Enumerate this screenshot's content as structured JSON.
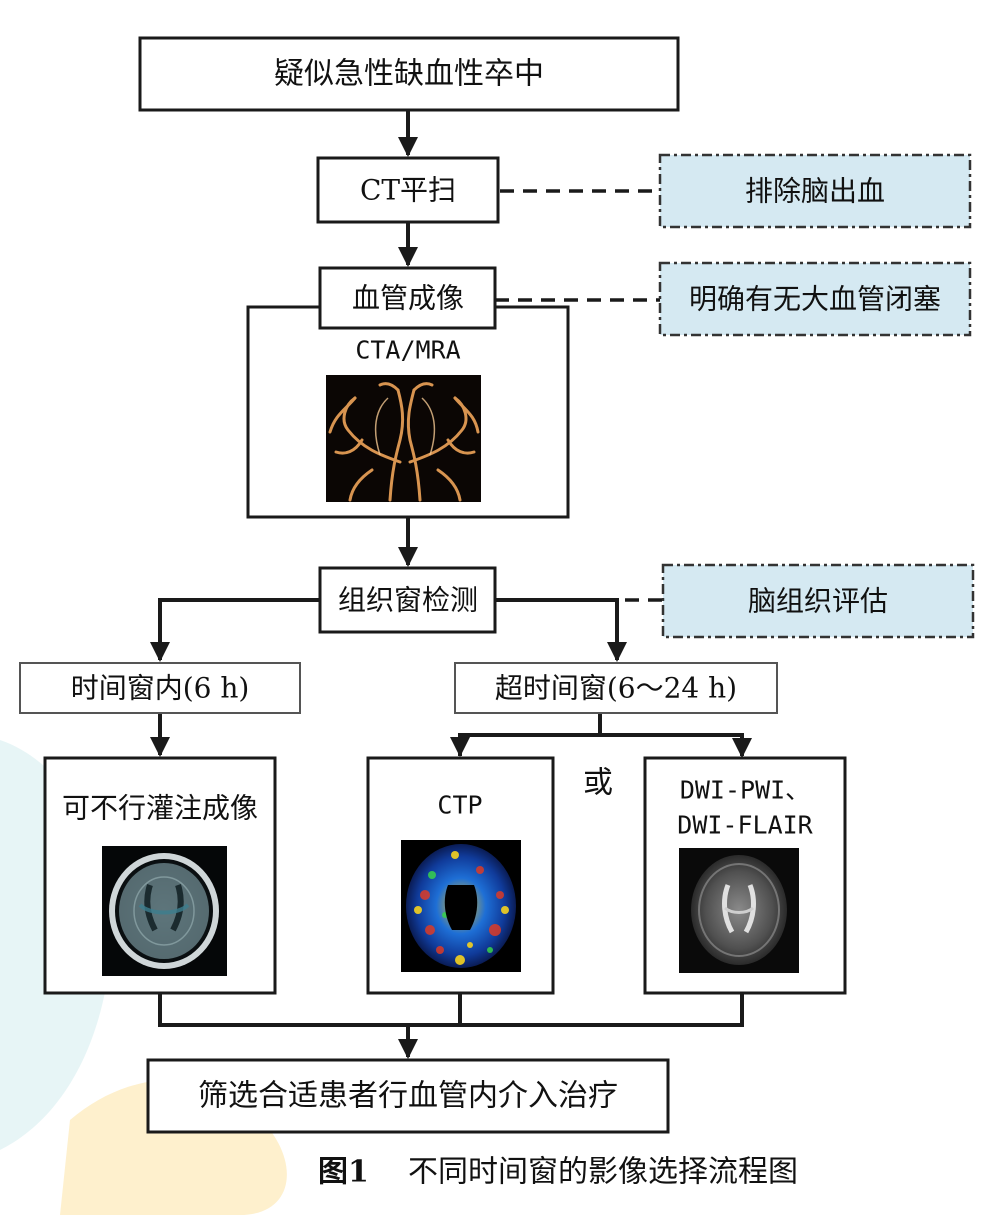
{
  "nodes": {
    "start": "疑似急性缺血性卒中",
    "ct_scan": "CT平扫",
    "vascular": "血管成像",
    "cta_mra": "CTA/MRA",
    "tissue": "组织窗检测",
    "within_window": "时间窗内(6 h)",
    "beyond_window": "超时间窗(6～24 h)",
    "no_perfusion": "可不行灌注成像",
    "ctp": "CTP",
    "dwi_line1": "DWI-PWI、",
    "dwi_line2": "DWI-FLAIR",
    "or": "或",
    "end": "筛选合适患者行血管内介入治疗"
  },
  "notes": {
    "exclude_hemorrhage": "排除脑出血",
    "large_vessel": "明确有无大血管闭塞",
    "tissue_eval": "脑组织评估"
  },
  "caption": {
    "label": "图1",
    "text": "不同时间窗的影像选择流程图"
  },
  "colors": {
    "note_fill": "#d5e9f2",
    "line": "#1a1a1a"
  }
}
